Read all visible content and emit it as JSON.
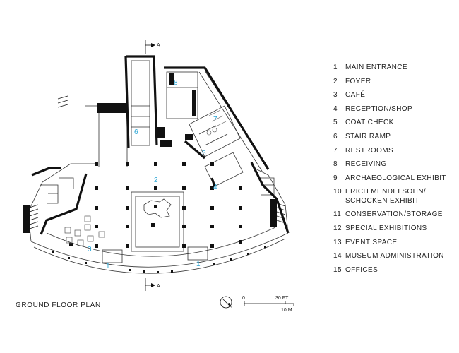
{
  "title": "GROUND FLOOR PLAN",
  "legend": [
    {
      "num": "1",
      "label": "MAIN ENTRANCE"
    },
    {
      "num": "2",
      "label": "FOYER"
    },
    {
      "num": "3",
      "label": "CAFÉ"
    },
    {
      "num": "4",
      "label": "RECEPTION/SHOP"
    },
    {
      "num": "5",
      "label": "COAT CHECK"
    },
    {
      "num": "6",
      "label": "STAIR RAMP"
    },
    {
      "num": "7",
      "label": "RESTROOMS"
    },
    {
      "num": "8",
      "label": "RECEIVING"
    },
    {
      "num": "9",
      "label": "ARCHAEOLOGICAL EXHIBIT"
    },
    {
      "num": "10",
      "label": "ERICH MENDELSOHN/ SCHOCKEN EXHIBIT"
    },
    {
      "num": "11",
      "label": "CONSERVATION/STORAGE"
    },
    {
      "num": "12",
      "label": "SPECIAL EXHIBITIONS"
    },
    {
      "num": "13",
      "label": "EVENT SPACE"
    },
    {
      "num": "14",
      "label": "MUSEUM ADMINISTRATION"
    },
    {
      "num": "15",
      "label": "OFFICES"
    }
  ],
  "plan_labels": {
    "foyer": "2",
    "cafe": "3",
    "reception": "4",
    "coat_check": "5",
    "stair_ramp": "6",
    "restrooms": "7",
    "receiving": "8",
    "entrance_left": "1",
    "entrance_right": "1"
  },
  "section_marker": "A",
  "scale": {
    "zero": "0",
    "feet": "30 FT.",
    "meters": "10 M."
  },
  "colors": {
    "wall": "#111111",
    "room_number": "#2ba6d6"
  }
}
